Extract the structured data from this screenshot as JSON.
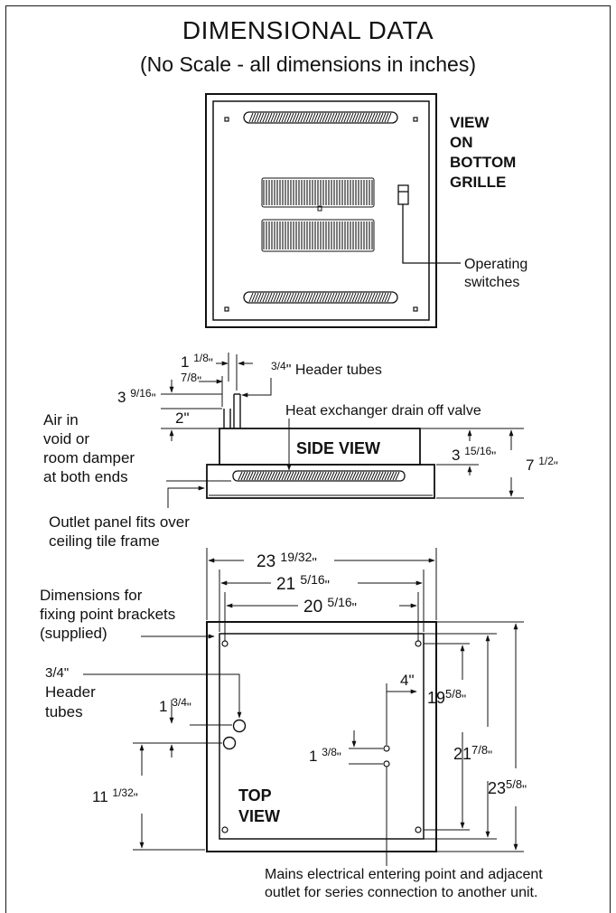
{
  "header": {
    "title": "DIMENSIONAL DATA",
    "subtitle": "(No Scale - all dimensions in inches)"
  },
  "bottom_view": {
    "label_lines": [
      "VIEW",
      "ON",
      "BOTTOM",
      "GRILLE"
    ],
    "callout_lines": [
      "Operating",
      "switches"
    ]
  },
  "side_view": {
    "label": "SIDE VIEW",
    "dim_1_1_8": {
      "whole": "1",
      "frac": "1/8",
      "unit": "\""
    },
    "dim_7_8": {
      "frac": "7/8",
      "unit": "\""
    },
    "header_tubes": {
      "frac": "3/4",
      "text": "\" Header tubes"
    },
    "dim_3_9_16": {
      "whole": "3",
      "frac": "9/16",
      "unit": "\""
    },
    "dim_2": "2\"",
    "drain_valve": "Heat exchanger drain off valve",
    "air_in_lines": [
      "Air in",
      "void or",
      "room damper",
      "at both ends"
    ],
    "dim_3_15_16": {
      "whole": "3",
      "frac": "15/16",
      "unit": "\""
    },
    "dim_7_1_2": {
      "whole": "7",
      "frac": "1/2",
      "unit": "\""
    },
    "outlet_panel_lines": [
      "Outlet panel fits over",
      "ceiling tile frame"
    ]
  },
  "top_view": {
    "label_lines": [
      "TOP",
      "VIEW"
    ],
    "dim_23_19_32": {
      "whole": "23",
      "frac": "19/32",
      "unit": "\""
    },
    "dim_21_5_16": {
      "whole": "21",
      "frac": "5/16",
      "unit": "\""
    },
    "dim_20_5_16": {
      "whole": "20",
      "frac": "5/16",
      "unit": "\""
    },
    "fixing_lines": [
      "Dimensions for",
      "fixing point brackets",
      "(supplied)"
    ],
    "header_tubes_lines": [
      "3/4\"",
      "Header",
      "tubes"
    ],
    "dim_1_3_4": {
      "whole": "1",
      "frac": "3/4",
      "unit": "\""
    },
    "dim_4": "4\"",
    "dim_19_5_8": {
      "whole": "19",
      "frac": "5/8",
      "unit": "\""
    },
    "dim_21_7_8": {
      "whole": "21",
      "frac": "7/8",
      "unit": "\""
    },
    "dim_23_5_8": {
      "whole": "23",
      "frac": "5/8",
      "unit": "\""
    },
    "dim_1_3_8": {
      "whole": "1",
      "frac": "3/8",
      "unit": "\""
    },
    "dim_11_1_32": {
      "whole": "11",
      "frac": "1/32",
      "unit": "\""
    },
    "mains_lines": [
      "Mains electrical entering point and adjacent",
      "outlet for series connection to another unit."
    ]
  }
}
